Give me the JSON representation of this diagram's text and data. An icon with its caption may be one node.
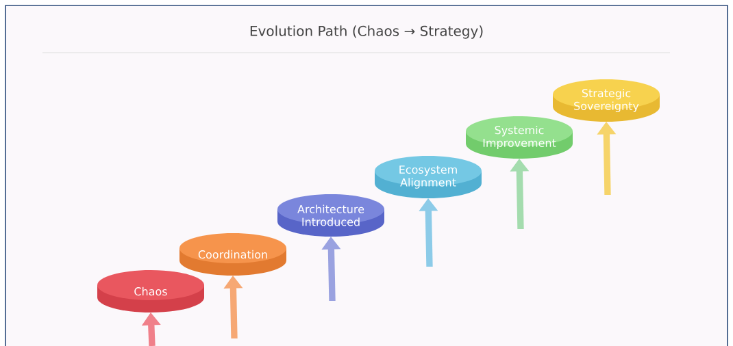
{
  "diagram": {
    "title": "Evolution Path (Chaos → Strategy)",
    "nodes": [
      {
        "text": [
          "Chaos"
        ]
      },
      {
        "text": [
          "Coordination"
        ]
      },
      {
        "text": [
          "Architecture Introduced"
        ]
      },
      {
        "text": [
          "Ecosystem Alignment"
        ]
      },
      {
        "text": [
          "Systemic Improvement"
        ]
      },
      {
        "text": [
          "Strategic Sovereignty"
        ]
      }
    ],
    "edges": [
      {
        "from": null,
        "to": 0,
        "arrow": "to",
        "color": "#f0808a"
      },
      {
        "from": null,
        "to": 1,
        "arrow": "to",
        "color": "#f6a874"
      },
      {
        "from": null,
        "to": 2,
        "arrow": "to",
        "color": "#9aa2e0"
      },
      {
        "from": null,
        "to": 3,
        "arrow": "to",
        "color": "#8ccbe8"
      },
      {
        "from": null,
        "to": 4,
        "arrow": "to",
        "color": "#a4dcae"
      },
      {
        "from": null,
        "to": 5,
        "arrow": "to",
        "color": "#f6d46a"
      }
    ]
  }
}
